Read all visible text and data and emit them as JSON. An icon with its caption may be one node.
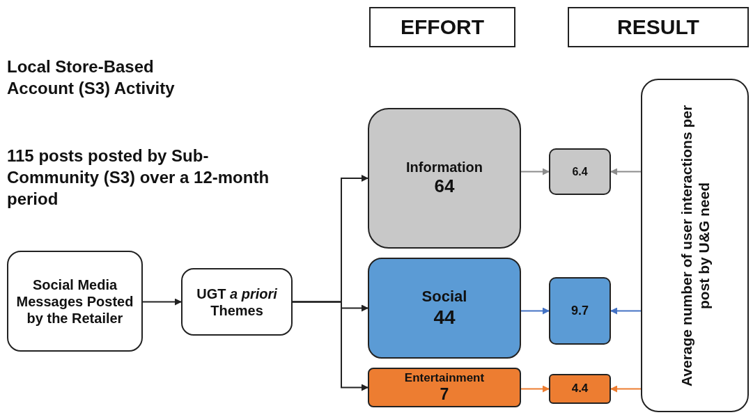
{
  "diagram": {
    "nodes": [
      {
        "text": [
          "EFFORT"
        ]
      },
      {
        "text": [
          "RESULT"
        ]
      },
      {
        "text": [
          "Social Media Messages Posted by the Retailer"
        ]
      },
      {
        "text": [
          "UGT *a priori* Themes"
        ]
      },
      {
        "text": [
          "Information",
          "64"
        ]
      },
      {
        "text": [
          "Social",
          "44"
        ]
      },
      {
        "text": [
          "Entertainment",
          "7"
        ]
      },
      {
        "text": [
          "6.4"
        ]
      },
      {
        "text": [
          "9.7"
        ]
      },
      {
        "text": [
          "4.4"
        ]
      },
      {
        "text": [
          "Average number of user interactions per post by U&G need"
        ]
      }
    ],
    "edges": [
      {
        "from": 2,
        "to": 3,
        "arrow": "to"
      },
      {
        "from": 3,
        "to": 4,
        "arrow": "to"
      },
      {
        "from": 3,
        "to": 5,
        "arrow": "to"
      },
      {
        "from": 3,
        "to": 6,
        "arrow": "to"
      },
      {
        "from": 4,
        "to": 7,
        "arrow": "to",
        "color": "#8c8c8c"
      },
      {
        "from": 5,
        "to": 8,
        "arrow": "to",
        "color": "#4472c4"
      },
      {
        "from": 6,
        "to": 9,
        "arrow": "to",
        "color": "#ed7d31"
      },
      {
        "from": 10,
        "to": 7,
        "arrow": "to",
        "color": "#8c8c8c"
      },
      {
        "from": 10,
        "to": 8,
        "arrow": "to",
        "color": "#4472c4"
      },
      {
        "from": 10,
        "to": 9,
        "arrow": "to",
        "color": "#ed7d31"
      }
    ],
    "labels": [
      "Local Store-Based Account (S3) Activity",
      "115 posts posted by Sub-Community (S3) over a 12-month period"
    ]
  }
}
